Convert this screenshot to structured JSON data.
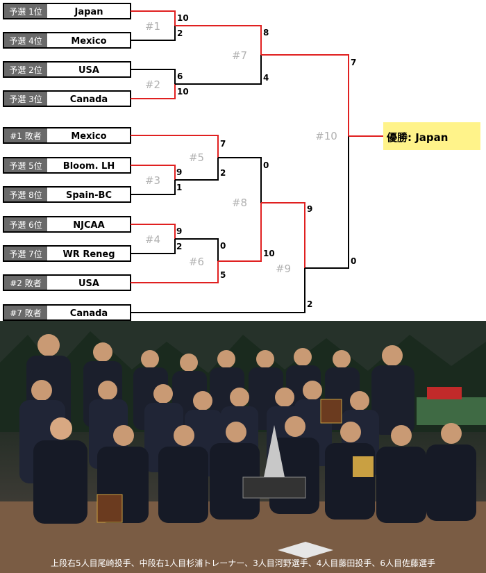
{
  "teams": [
    {
      "seed": "予選 1位",
      "name": "Japan"
    },
    {
      "seed": "予選 4位",
      "name": "Mexico"
    },
    {
      "seed": "予選 2位",
      "name": "USA"
    },
    {
      "seed": "予選 3位",
      "name": "Canada"
    },
    {
      "seed": "#1 敗者",
      "name": "Mexico"
    },
    {
      "seed": "予選 5位",
      "name": "Bloom. LH"
    },
    {
      "seed": "予選 8位",
      "name": "Spain-BC"
    },
    {
      "seed": "予選 6位",
      "name": "NJCAA"
    },
    {
      "seed": "予選 7位",
      "name": "WR Reneg"
    },
    {
      "seed": "#2 敗者",
      "name": "USA"
    },
    {
      "seed": "#7 敗者",
      "name": "Canada"
    }
  ],
  "games": [
    {
      "label": "#1",
      "top_score": "10",
      "bottom_score": "2"
    },
    {
      "label": "#2",
      "top_score": "6",
      "bottom_score": "10"
    },
    {
      "label": "#7",
      "top_score": "8",
      "bottom_score": "4"
    },
    {
      "label": "#3",
      "top_score": "9",
      "bottom_score": "1"
    },
    {
      "label": "#4",
      "top_score": "9",
      "bottom_score": "2"
    },
    {
      "label": "#5",
      "top_score": "7",
      "bottom_score": "2"
    },
    {
      "label": "#6",
      "top_score": "0",
      "bottom_score": "5"
    },
    {
      "label": "#8",
      "top_score": "0",
      "bottom_score": "10"
    },
    {
      "label": "#9",
      "top_score": "9",
      "bottom_score": "2"
    },
    {
      "label": "#10",
      "top_score": "7",
      "bottom_score": "0"
    }
  ],
  "champion": "優勝: Japan",
  "photo_caption": "上段右5人目尾崎投手、中段右1人目杉浦トレーナー、3人目河野選手、4人目藤田投手、6人目佐藤選手",
  "colors": {
    "win_line": "#e02020",
    "lose_line": "#000000",
    "game_label": "#b0b0b0",
    "champion_bg": "#fff38a",
    "seed_bg": "#6a6a6a",
    "box_border": "#000000"
  }
}
